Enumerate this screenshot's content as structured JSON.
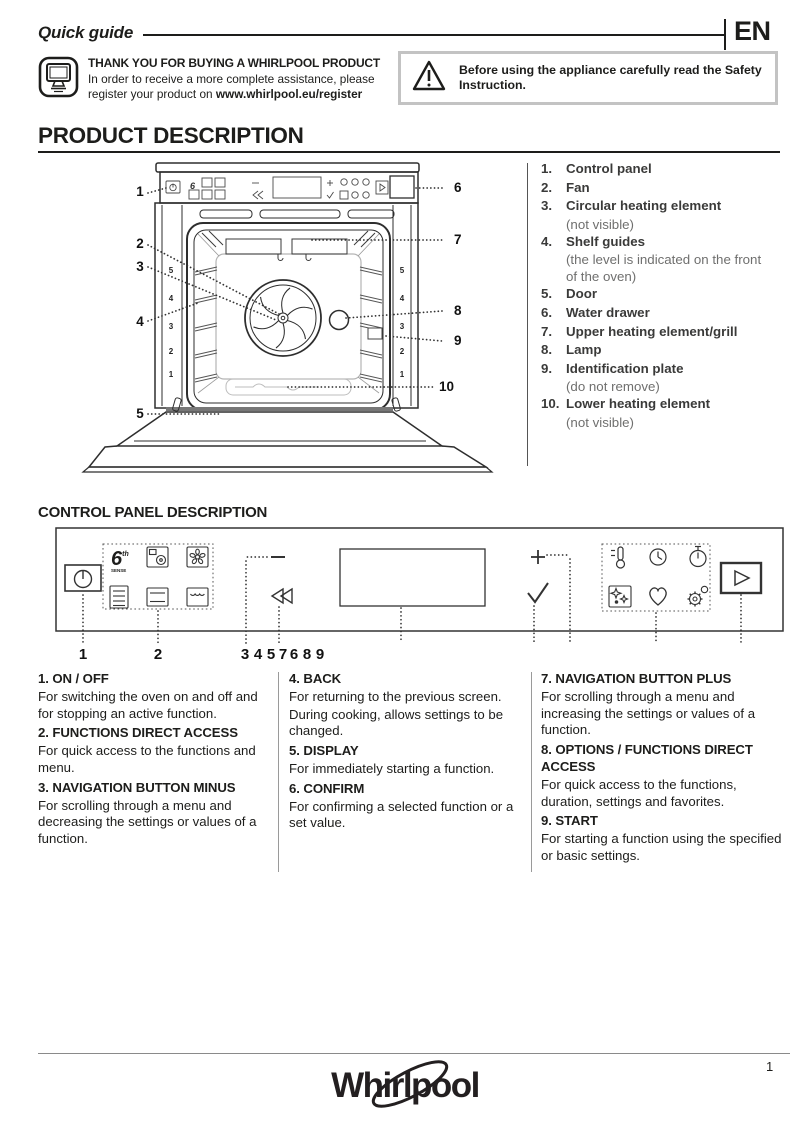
{
  "page": {
    "language": "EN",
    "number": "1"
  },
  "header": {
    "title": "Quick guide"
  },
  "thank_you": {
    "title": "THANK YOU FOR BUYING A WHIRLPOOL PRODUCT",
    "line1": "In order to receive a more complete assistance, please",
    "line2_prefix": "register your product on ",
    "register_url": "www.whirlpool.eu/register"
  },
  "warning": {
    "text": "Before using the appliance carefully read the Safety Instruction."
  },
  "product_description": {
    "heading": "PRODUCT DESCRIPTION",
    "parts": [
      {
        "num": "1.",
        "label": "Control panel",
        "note": ""
      },
      {
        "num": "2.",
        "label": "Fan",
        "note": ""
      },
      {
        "num": "3.",
        "label": "Circular heating element",
        "note": "(not visible)"
      },
      {
        "num": "4.",
        "label": "Shelf guides",
        "note": "(the level is indicated on the front of the oven)"
      },
      {
        "num": "5.",
        "label": "Door",
        "note": ""
      },
      {
        "num": "6.",
        "label": "Water drawer",
        "note": ""
      },
      {
        "num": "7.",
        "label": "Upper heating element/grill",
        "note": ""
      },
      {
        "num": "8.",
        "label": "Lamp",
        "note": ""
      },
      {
        "num": "9.",
        "label": "Identification plate",
        "note": "(do not remove)"
      },
      {
        "num": "10.",
        "label": "Lower heating element",
        "note": "(not visible)"
      }
    ],
    "diagram": {
      "callouts": [
        "1",
        "2",
        "3",
        "4",
        "5",
        "6",
        "7",
        "8",
        "9",
        "10"
      ],
      "shelf_levels": [
        "5",
        "4",
        "3",
        "2",
        "1"
      ]
    }
  },
  "control_panel": {
    "heading": "CONTROL PANEL DESCRIPTION",
    "sixth_sense": {
      "numeral": "6",
      "sup": "th",
      "word": "SENSE"
    },
    "diagram_numbers": [
      "1",
      "2",
      "3",
      "4",
      "5",
      "7",
      "6",
      "8",
      "9"
    ],
    "buttons": [
      {
        "num": "1.",
        "name": "ON / OFF",
        "desc1": "For switching the oven on and off and for stopping an active function.",
        "desc2": ""
      },
      {
        "num": "2.",
        "name": "FUNCTIONS DIRECT ACCESS",
        "desc1": "For quick access to the functions and menu.",
        "desc2": ""
      },
      {
        "num": "3.",
        "name": "NAVIGATION BUTTON MINUS",
        "desc1": "For scrolling through a menu and decreasing the settings or values of a function.",
        "desc2": ""
      },
      {
        "num": "4.",
        "name": "BACK",
        "desc1": "For returning to the previous screen.",
        "desc2": "During cooking, allows settings to be changed."
      },
      {
        "num": "5.",
        "name": "DISPLAY",
        "desc1": "For immediately starting a function.",
        "desc2": ""
      },
      {
        "num": "6.",
        "name": "CONFIRM",
        "desc1": "For confirming a selected function or a set value.",
        "desc2": ""
      },
      {
        "num": "7.",
        "name": "NAVIGATION BUTTON PLUS",
        "desc1": "For scrolling through a menu and increasing the settings or values of a function.",
        "desc2": ""
      },
      {
        "num": "8.",
        "name": "OPTIONS / FUNCTIONS DIRECT ACCESS",
        "desc1": "For quick access to the functions, duration, settings and favorites.",
        "desc2": ""
      },
      {
        "num": "9.",
        "name": "START",
        "desc1": "For starting a function using the specified or basic settings.",
        "desc2": ""
      }
    ],
    "icons": [
      "power",
      "sixth-sense",
      "forced-air",
      "fan",
      "menu",
      "conventional",
      "grill",
      "minus",
      "back",
      "display",
      "plus",
      "confirm",
      "temperature",
      "clock",
      "timer",
      "clean",
      "favorites",
      "settings",
      "start"
    ]
  },
  "footer": {
    "brand": "Whirlpool"
  },
  "colors": {
    "text": "#1d1d1b",
    "note_gray": "#6f6f6e",
    "warning_border": "#c3c3c3",
    "rule": "#1d1d1b"
  }
}
